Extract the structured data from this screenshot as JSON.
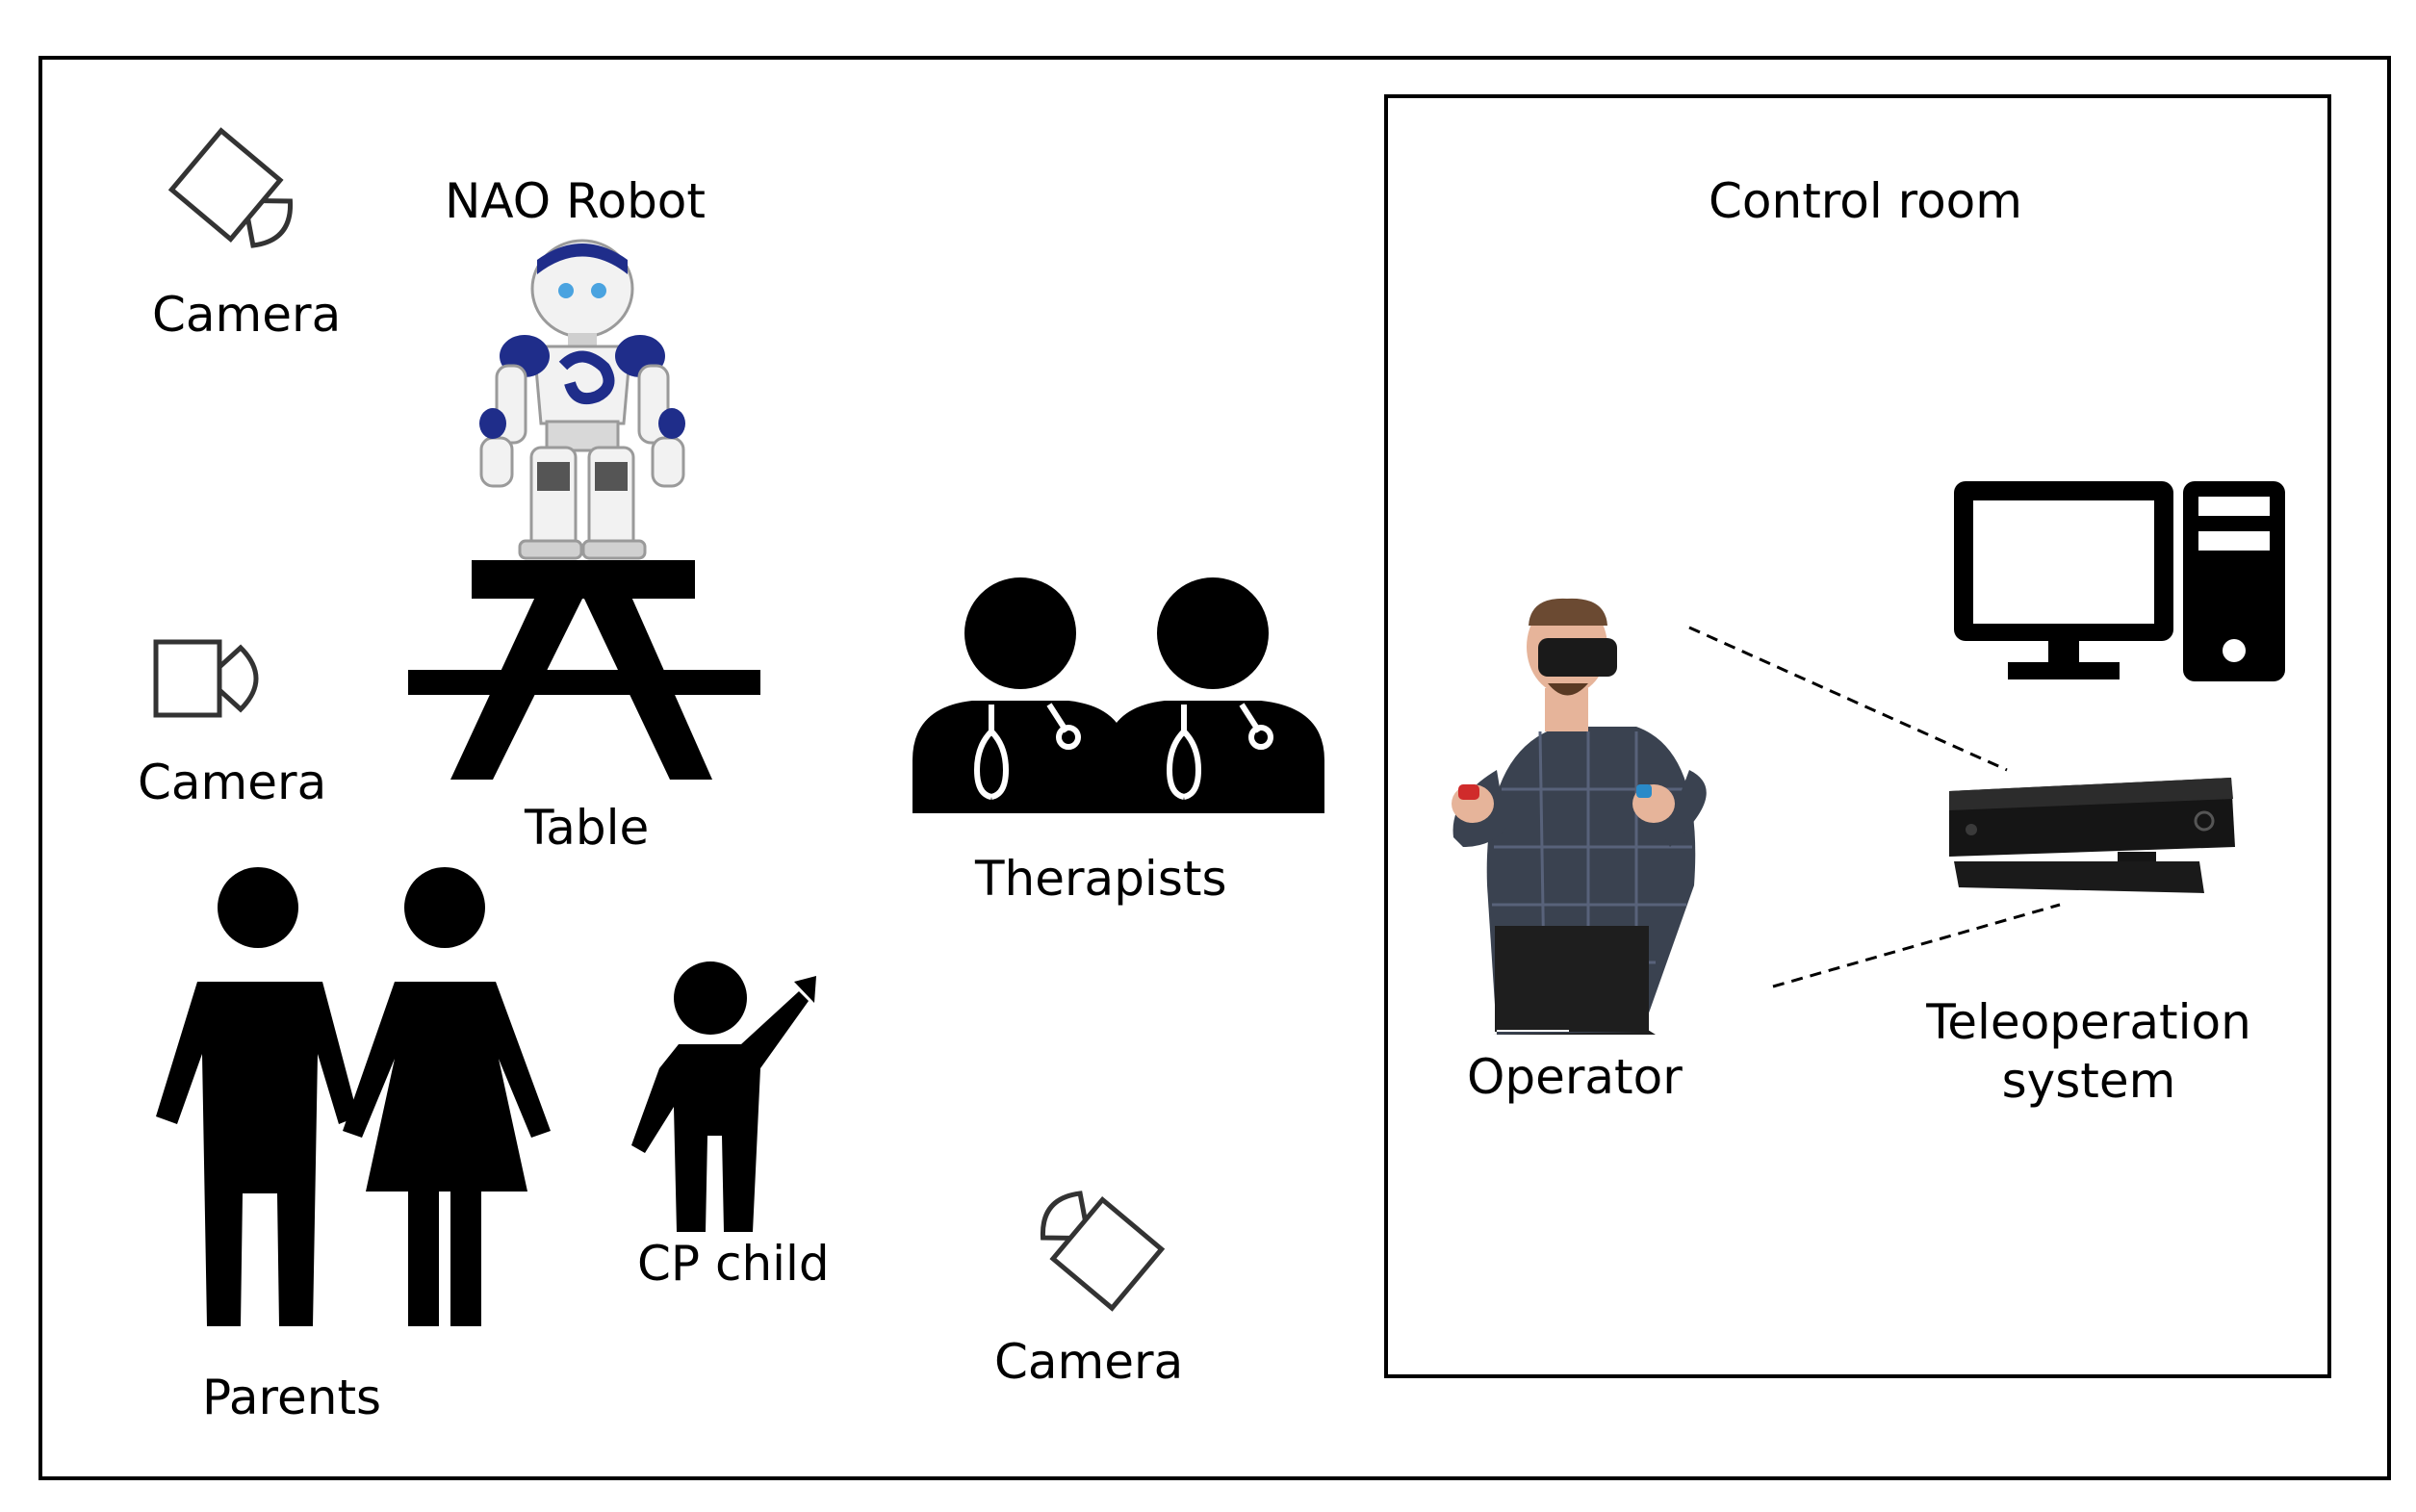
{
  "labels": {
    "camera_top_left": "Camera",
    "nao_robot": "NAO Robot",
    "camera_mid_left": "Camera",
    "table": "Table",
    "therapists": "Therapists",
    "parents": "Parents",
    "cp_child": "CP child",
    "camera_bottom": "Camera",
    "control_room": "Control room",
    "operator": "Operator",
    "teleoperation_line1": "Teleoperation",
    "teleoperation_line2": "system"
  },
  "icons": {
    "camera": "camera-icon",
    "robot": "nao-robot-icon",
    "table": "table-icon",
    "therapists": "doctor-icon",
    "parents": "parents-icon",
    "child": "child-icon",
    "computer": "desktop-computer-icon",
    "sensor": "kinect-sensor-icon",
    "operator": "vr-operator-icon"
  },
  "colors": {
    "ink": "#000000",
    "robot_accent": "#1f2d8a",
    "robot_body": "#f2f2f2",
    "operator_shirt": "#3a4250"
  }
}
